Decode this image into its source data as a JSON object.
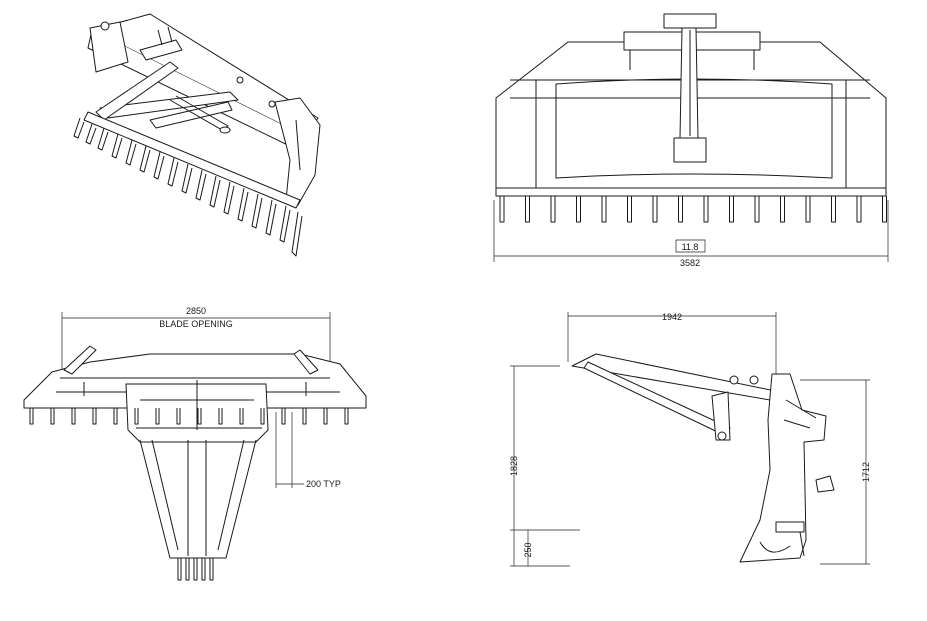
{
  "drawing": {
    "front": {
      "width_label": "3582",
      "gap_label": "11.8"
    },
    "top": {
      "opening_value": "2850",
      "opening_caption": "BLADE OPENING",
      "tine_spacing": "200 TYP"
    },
    "side": {
      "length": "1942",
      "height_left": "1828",
      "height_right": "1712",
      "ground_clear": "250"
    }
  }
}
